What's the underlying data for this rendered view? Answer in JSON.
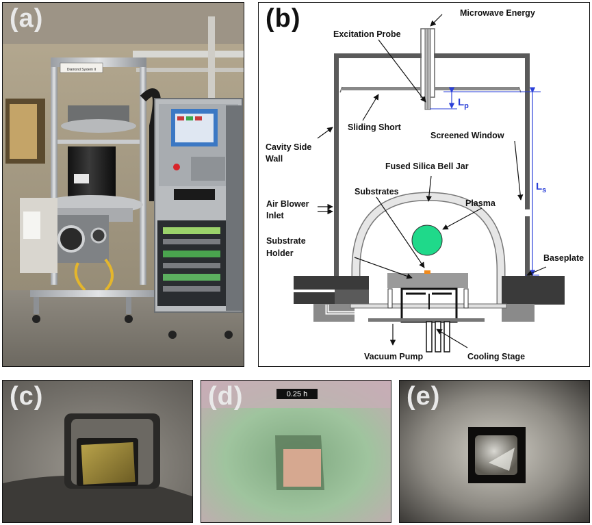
{
  "panels": {
    "a": {
      "label": "(a)",
      "machine_sign": "Diamond System II"
    },
    "b": {
      "label": "(b)",
      "labels": {
        "microwave_energy": "Microwave Energy",
        "excitation_probe": "Excitation Probe",
        "lp_main": "L",
        "lp_sub": "p",
        "sliding_short": "Sliding Short",
        "screened_window": "Screened Window",
        "cavity_side_wall_1": "Cavity Side",
        "cavity_side_wall_2": "Wall",
        "fused_silica_bell_jar": "Fused Silica Bell Jar",
        "ls_main": "L",
        "ls_sub": "s",
        "substrates": "Substrates",
        "plasma": "Plasma",
        "air_blower_1": "Air Blower",
        "air_blower_2": "Inlet",
        "substrate_holder_1": "Substrate",
        "substrate_holder_2": "Holder",
        "baseplate": "Baseplate",
        "vacuum_pump": "Vacuum Pump",
        "cooling_stage": "Cooling Stage"
      },
      "colors": {
        "plasma": "#1fd98a",
        "dimension": "#2a3fd8",
        "substrate": "#f08a1c"
      }
    },
    "c": {
      "label": "(c)"
    },
    "d": {
      "label": "(d)",
      "timestamp": "0.25 h"
    },
    "e": {
      "label": "(e)"
    }
  }
}
